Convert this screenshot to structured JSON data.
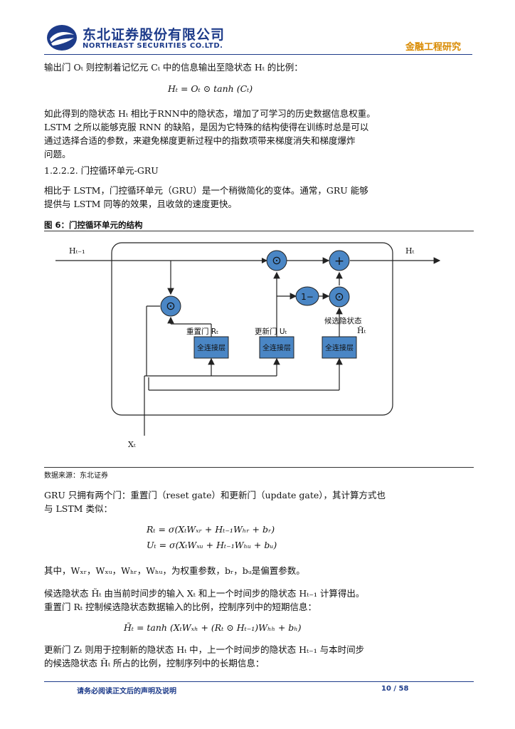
{
  "header": {
    "company_cn": "东北证券股份有限公司",
    "company_en": "NORTHEAST SECURITIES CO.LTD.",
    "section": "金融工程研究"
  },
  "body": {
    "para1": "输出门 Oₜ 则控制着记忆元 Cₜ 中的信息输出至隐状态 Hₜ 的比例：",
    "eq1": "Hₜ = Oₜ ⊙ tanh (Cₜ)",
    "para2_l1": "如此得到的隐状态 Hₜ 相比于RNN中的隐状态，增加了可学习的历史数据信息权重。",
    "para2_l2": "LSTM 之所以能够克服 RNN 的缺陷，是因为它特殊的结构使得在训练时总是可以",
    "para2_l3": "通过选择合适的参数，来避免梯度更新过程中的指数项带来梯度消失和梯度爆炸",
    "para2_l4": "问题。",
    "heading": "1.2.2.2.   门控循环单元-GRU",
    "para3_l1": "相比于 LSTM，门控循环单元（GRU）是一个稍微简化的变体。通常，GRU 能够",
    "para3_l2": "提供与 LSTM 同等的效果，且收敛的速度更快。",
    "figure_title": "图 6：门控循环单元的结构",
    "source": "数据来源：东北证券",
    "para4_l1": "GRU 只拥有两个门：重置门（reset gate）和更新门（update gate），其计算方式也",
    "para4_l2": "与 LSTM 类似：",
    "eq2": "Rₜ = σ(XₜWₓᵣ + Hₜ₋₁Wₕᵣ + bᵣ)",
    "eq3": "Uₜ = σ(XₜWₓᵤ + Hₜ₋₁Wₕᵤ + bᵤ)",
    "para5": "其中，Wₓᵣ，Wₓᵤ，Wₕᵣ，Wₕᵤ，为权重参数，bᵣ，bᵤ是偏置参数。",
    "para6_l1": "候选隐状态 H̃ₜ 由当前时间步的输入 Xₜ 和上一个时间步的隐状态 Hₜ₋₁ 计算得出。",
    "para6_l2": "重置门 Rₜ 控制候选隐状态数据输入的比例，控制序列中的短期信息：",
    "eq4": "H̃ₜ = tanh (XₜWₓₕ + (Rₜ ⊙ Hₜ₋₁)Wₕₕ + bₕ)",
    "para7_l1": "更新门 Zₜ 则用于控制新的隐状态 Hₜ 中，上一个时间步的隐状态 Hₜ₋₁ 与本时间步",
    "para7_l2": "的候选隐状态 H̃ₜ 所占的比例，控制序列中的长期信息："
  },
  "diagram": {
    "h_prev": "Hₜ₋₁",
    "h_t": "Hₜ",
    "x_t": "Xₜ",
    "reset_label": "重置门 Rₜ",
    "update_label": "更新门 Uₜ",
    "candidate_label_1": "候选隐状态",
    "candidate_label_2": "H̃ₜ",
    "fc_layer": "全连接层",
    "op_mul": "⊙",
    "op_add": "+",
    "op_one_minus": "1−"
  },
  "footer": {
    "disclaimer": "请务必阅读正文后的声明及说明",
    "page": "10 / 58"
  },
  "colors": {
    "brand": "#1d3b8a",
    "accent": "#d98a00",
    "node_fill": "#4a86c5"
  }
}
